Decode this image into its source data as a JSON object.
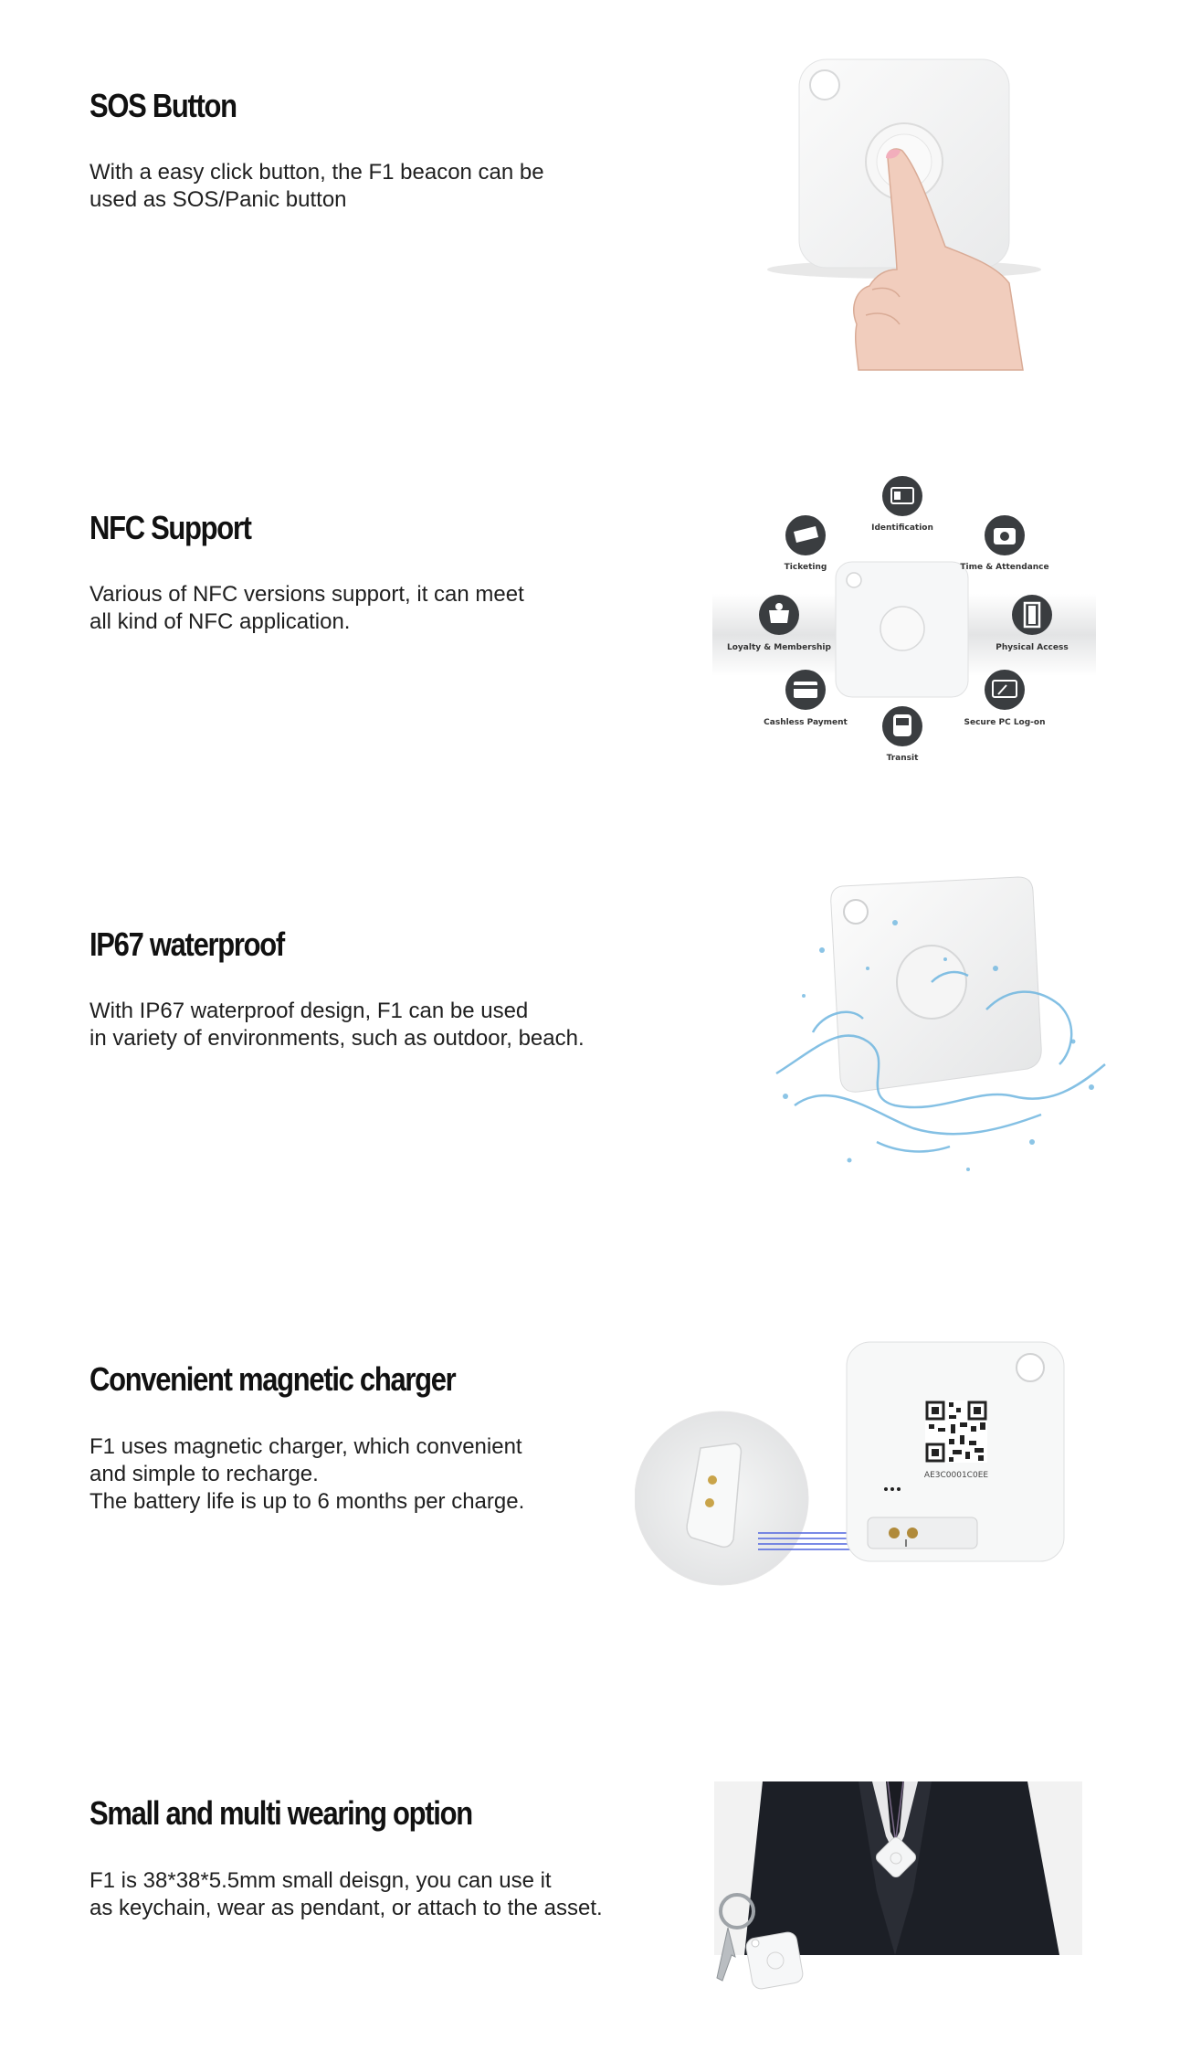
{
  "sections": [
    {
      "title": "SOS Button",
      "lines": [
        "With a easy click button, the F1 beacon can be",
        "used as SOS/Panic button"
      ]
    },
    {
      "title": "NFC Support",
      "lines": [
        "Various of NFC versions support, it can meet",
        "all kind of NFC application."
      ],
      "nfc_labels": {
        "identification": "Identification",
        "ticketing": "Ticketing",
        "time": "Time & Attendance",
        "loyalty": "Loyalty & Membership",
        "physical": "Physical Access",
        "cashless": "Cashless Payment",
        "pc_logon": "Secure PC Log-on",
        "transit": "Transit"
      }
    },
    {
      "title": "IP67 waterproof",
      "lines": [
        "With IP67 waterproof design, F1 can be used",
        "in variety of environments, such as outdoor, beach."
      ]
    },
    {
      "title": "Convenient magnetic charger",
      "lines": [
        "F1 uses magnetic charger, which convenient",
        "and simple to recharge.",
        "The battery life is up to 6 months per charge."
      ],
      "device_serial": "AE3C0001C0EE"
    },
    {
      "title": "Small and multi wearing option",
      "lines": [
        "F1 is 38*38*5.5mm small deisgn, you can use it",
        "as keychain, wear as pendant, or attach to the asset."
      ]
    }
  ],
  "colors": {
    "device": "#f4f5f6",
    "icon_circle": "#3a3d40",
    "water": "#6fb6e0",
    "suit": "#1c1f26"
  }
}
